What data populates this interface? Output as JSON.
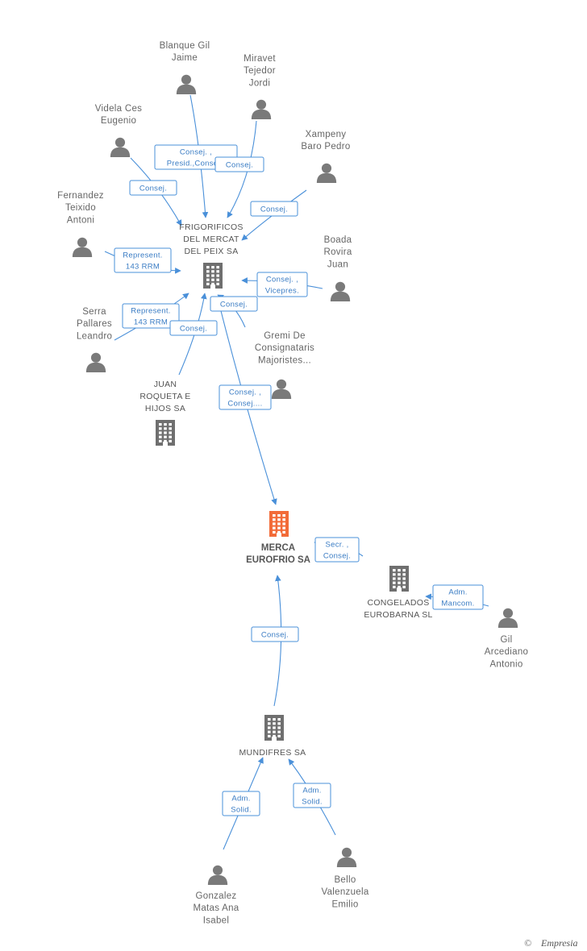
{
  "colors": {
    "edge": "#4a90d9",
    "main_company": "#f26b38",
    "node": "#6f6f6f"
  },
  "nodes": {
    "blanque": {
      "type": "person",
      "lines": [
        "Blanque Gil",
        "Jaime"
      ]
    },
    "miravet": {
      "type": "person",
      "lines": [
        "Miravet",
        "Tejedor",
        "Jordi"
      ]
    },
    "videla": {
      "type": "person",
      "lines": [
        "Videla Ces",
        "Eugenio"
      ]
    },
    "xampeny": {
      "type": "person",
      "lines": [
        "Xampeny",
        "Baro Pedro"
      ]
    },
    "fernandez": {
      "type": "person",
      "lines": [
        "Fernandez",
        "Teixido",
        "Antoni"
      ]
    },
    "boada": {
      "type": "person",
      "lines": [
        "Boada",
        "Rovira",
        "Juan"
      ]
    },
    "serra": {
      "type": "person",
      "lines": [
        "Serra",
        "Pallares",
        "Leandro"
      ]
    },
    "gremi": {
      "type": "person",
      "lines": [
        "Gremi De",
        "Consignataris",
        "Majoristes..."
      ]
    },
    "frigorificos": {
      "type": "company",
      "lines": [
        "FRIGORIFICOS",
        "DEL MERCAT",
        "DEL PEIX SA"
      ]
    },
    "roqueta": {
      "type": "company",
      "lines": [
        "JUAN",
        "ROQUETA E",
        "HIJOS SA"
      ]
    },
    "merca": {
      "type": "main",
      "lines": [
        "MERCA",
        "EUROFRIO SA"
      ]
    },
    "congelados": {
      "type": "company",
      "lines": [
        "CONGELADOS",
        "EUROBARNA SL"
      ]
    },
    "gil": {
      "type": "person",
      "lines": [
        "Gil",
        "Arcediano",
        "Antonio"
      ]
    },
    "mundifres": {
      "type": "company",
      "lines": [
        "MUNDIFRES SA"
      ]
    },
    "gonzalez": {
      "type": "person",
      "lines": [
        "Gonzalez",
        "Matas Ana",
        "Isabel"
      ]
    },
    "bello": {
      "type": "person",
      "lines": [
        "Bello",
        "Valenzuela",
        "Emilio"
      ]
    }
  },
  "edges": [
    {
      "from": "blanque",
      "to": "frigorificos",
      "label": [
        "Consej. ,",
        "Presid.,Conse..."
      ]
    },
    {
      "from": "miravet",
      "to": "frigorificos",
      "label": [
        "Consej."
      ]
    },
    {
      "from": "videla",
      "to": "frigorificos",
      "label": [
        "Consej."
      ]
    },
    {
      "from": "xampeny",
      "to": "frigorificos",
      "label": [
        "Consej."
      ]
    },
    {
      "from": "fernandez",
      "to": "frigorificos",
      "label": [
        "Represent.",
        "143 RRM"
      ]
    },
    {
      "from": "boada",
      "to": "frigorificos",
      "label": [
        "Consej. ,",
        "Vicepres."
      ]
    },
    {
      "from": "gremi",
      "to": "frigorificos",
      "label": [
        "Consej."
      ]
    },
    {
      "from": "serra",
      "to": "frigorificos",
      "label": [
        "Represent.",
        "143 RRM"
      ]
    },
    {
      "from": "roqueta",
      "to": "frigorificos",
      "label": [
        "Consej."
      ]
    },
    {
      "from": "frigorificos",
      "to": "merca",
      "label": [
        "Consej. ,",
        "Consej...."
      ]
    },
    {
      "from": "congelados",
      "to": "merca",
      "label": [
        "Secr. ,",
        "Consej."
      ]
    },
    {
      "from": "gil",
      "to": "congelados",
      "label": [
        "Adm.",
        "Mancom."
      ]
    },
    {
      "from": "mundifres",
      "to": "merca",
      "label": [
        "Consej."
      ]
    },
    {
      "from": "gonzalez",
      "to": "mundifres",
      "label": [
        "Adm.",
        "Solid."
      ]
    },
    {
      "from": "bello",
      "to": "mundifres",
      "label": [
        "Adm.",
        "Solid."
      ]
    }
  ],
  "footer": {
    "copyright": "©",
    "brand": "Empresia"
  }
}
